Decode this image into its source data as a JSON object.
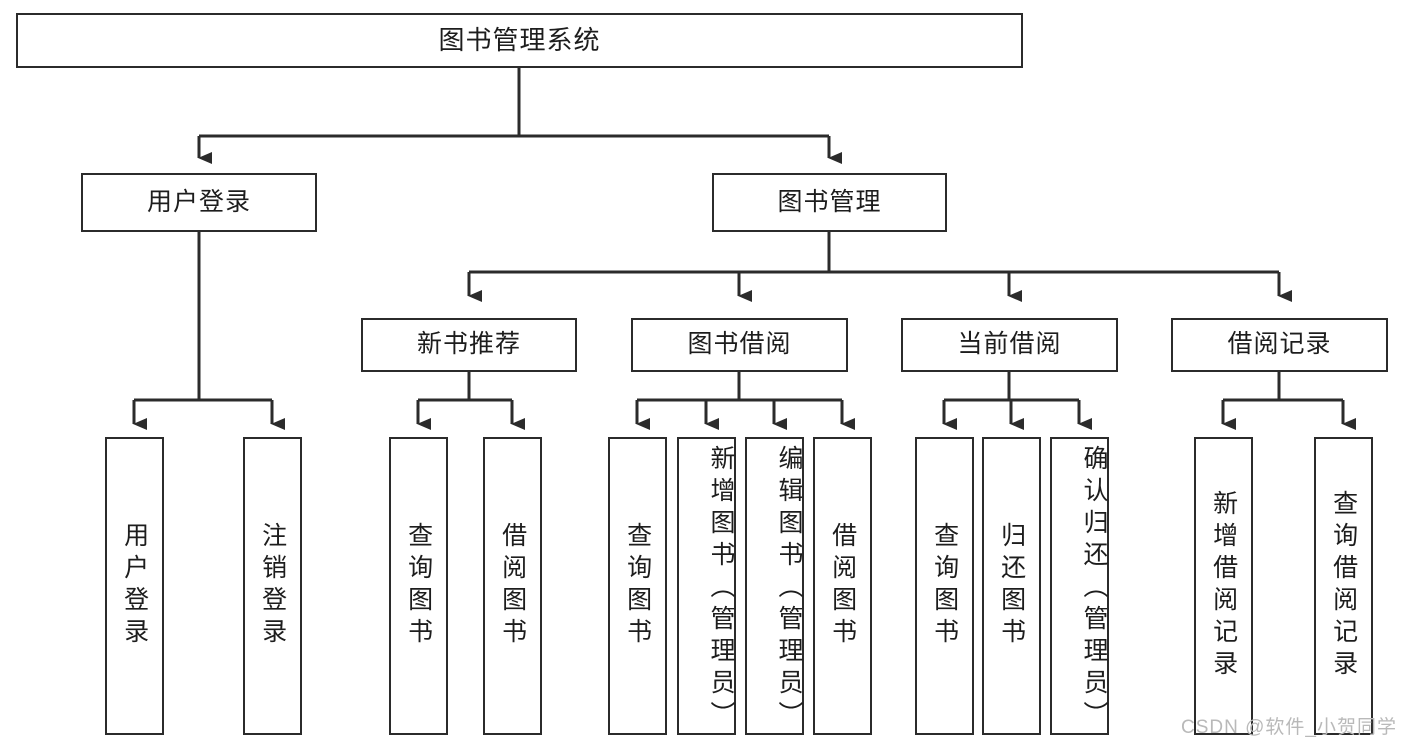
{
  "diagram": {
    "title": "图书管理系统",
    "type": "功能结构图",
    "watermark": "CSDN @软件_小贺同学",
    "line_color": "#2b2b2b",
    "box_fill": "#ffffff",
    "text_color": "#1d1d1d",
    "watermark_color": "#b9b9b9"
  },
  "nodes": {
    "root": {
      "label": "图书管理系统",
      "level": 1
    },
    "level2": [
      {
        "id": "user-login",
        "label": "用户登录"
      },
      {
        "id": "book-manage",
        "label": "图书管理"
      }
    ],
    "level3": [
      {
        "id": "new-book-recommend",
        "label": "新书推荐",
        "parent": "book-manage"
      },
      {
        "id": "book-borrow",
        "label": "图书借阅",
        "parent": "book-manage"
      },
      {
        "id": "current-borrow",
        "label": "当前借阅",
        "parent": "book-manage"
      },
      {
        "id": "borrow-record",
        "label": "借阅记录",
        "parent": "book-manage"
      }
    ],
    "leaves": {
      "user-login": [
        {
          "id": "leaf-user-login",
          "label": "用户登录"
        },
        {
          "id": "leaf-user-logout",
          "label": "注销登录"
        }
      ],
      "new-book-recommend": [
        {
          "id": "leaf-query-book-1",
          "label": "查询图书"
        },
        {
          "id": "leaf-borrow-book-1",
          "label": "借阅图书"
        }
      ],
      "book-borrow": [
        {
          "id": "leaf-query-book-2",
          "label": "查询图书"
        },
        {
          "id": "leaf-add-book",
          "label": "新增图书（管理员）"
        },
        {
          "id": "leaf-edit-book",
          "label": "编辑图书（管理员）"
        },
        {
          "id": "leaf-borrow-book-2",
          "label": "借阅图书"
        }
      ],
      "current-borrow": [
        {
          "id": "leaf-query-book-3",
          "label": "查询图书"
        },
        {
          "id": "leaf-return-book",
          "label": "归还图书"
        },
        {
          "id": "leaf-confirm-return",
          "label": "确认归还（管理员）"
        }
      ],
      "borrow-record": [
        {
          "id": "leaf-add-record",
          "label": "新增借阅记录"
        },
        {
          "id": "leaf-query-record",
          "label": "查询借阅记录"
        }
      ]
    }
  }
}
